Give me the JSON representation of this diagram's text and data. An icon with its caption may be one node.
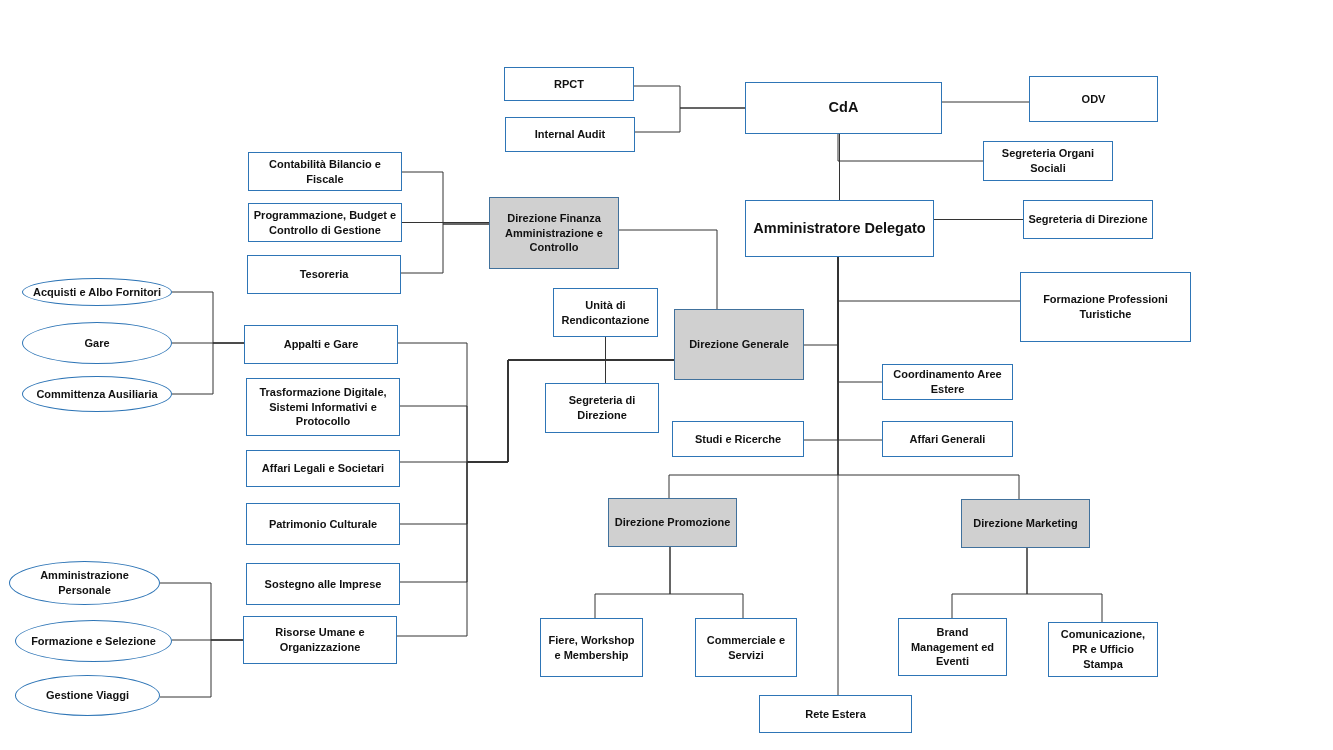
{
  "diagram": {
    "nodes": [
      {
        "text": [
          "RPCT"
        ]
      },
      {
        "text": [
          "Internal Audit"
        ]
      },
      {
        "text": [
          "CdA"
        ]
      },
      {
        "text": [
          "ODV"
        ]
      },
      {
        "text": [
          "Segreteria Organi Sociali"
        ]
      },
      {
        "text": [
          "Amministratore Delegato"
        ]
      },
      {
        "text": [
          "Segreteria di Direzione"
        ]
      },
      {
        "text": [
          "Contabilità Bilancio e Fiscale"
        ]
      },
      {
        "text": [
          "Programmazione, Budget e Controllo di Gestione"
        ]
      },
      {
        "text": [
          "Tesoreria"
        ]
      },
      {
        "text": [
          "Direzione Finanza Amministrazione e Controllo"
        ]
      },
      {
        "text": [
          "Formazione Professioni Turistiche"
        ]
      },
      {
        "text": [
          "Acquisti e Albo Fornitori"
        ]
      },
      {
        "text": [
          "Gare"
        ]
      },
      {
        "text": [
          "Committenza Ausiliaria"
        ]
      },
      {
        "text": [
          "Appalti e Gare"
        ]
      },
      {
        "text": [
          "Unità di Rendicontazione"
        ]
      },
      {
        "text": [
          "Direzione Generale"
        ]
      },
      {
        "text": [
          "Segreteria di Direzione"
        ]
      },
      {
        "text": [
          "Coordinamento Aree Estere"
        ]
      },
      {
        "text": [
          "Trasformazione Digitale, Sistemi Informativi e Protocollo"
        ]
      },
      {
        "text": [
          "Studi e Ricerche"
        ]
      },
      {
        "text": [
          "Affari Generali"
        ]
      },
      {
        "text": [
          "Affari Legali e Societari"
        ]
      },
      {
        "text": [
          "Patrimonio Culturale"
        ]
      },
      {
        "text": [
          "Direzione Promozione"
        ]
      },
      {
        "text": [
          "Direzione Marketing"
        ]
      },
      {
        "text": [
          "Sostegno alle Imprese"
        ]
      },
      {
        "text": [
          "Amministrazione Personale"
        ]
      },
      {
        "text": [
          "Risorse Umane e Organizzazione"
        ]
      },
      {
        "text": [
          "Formazione e Selezione"
        ]
      },
      {
        "text": [
          "Gestione Viaggi"
        ]
      },
      {
        "text": [
          "Fiere, Workshop e Membership"
        ]
      },
      {
        "text": [
          "Commerciale e Servizi"
        ]
      },
      {
        "text": [
          "Brand Management ed Eventi"
        ]
      },
      {
        "text": [
          "Comunicazione, PR e Ufficio Stampa"
        ]
      },
      {
        "text": [
          "Rete Estera"
        ]
      }
    ],
    "edges": [
      {
        "from": 0,
        "to": 2,
        "arrow": "none"
      },
      {
        "from": 1,
        "to": 2,
        "arrow": "none"
      },
      {
        "from": 2,
        "to": 3,
        "arrow": "none"
      },
      {
        "from": 2,
        "to": 5,
        "arrow": "none"
      },
      {
        "from": 2,
        "to": 4,
        "arrow": "none"
      },
      {
        "from": 5,
        "to": 6,
        "arrow": "none"
      },
      {
        "from": 7,
        "to": 10,
        "arrow": "none"
      },
      {
        "from": 8,
        "to": 10,
        "arrow": "none"
      },
      {
        "from": 9,
        "to": 10,
        "arrow": "none"
      },
      {
        "from": 5,
        "to": 11,
        "arrow": "none"
      },
      {
        "from": 10,
        "to": 17,
        "arrow": "none"
      },
      {
        "from": 5,
        "to": 17,
        "arrow": "none"
      },
      {
        "from": 5,
        "to": 19,
        "arrow": "none"
      },
      {
        "from": 5,
        "to": 21,
        "arrow": "none"
      },
      {
        "from": 5,
        "to": 22,
        "arrow": "none"
      },
      {
        "from": 5,
        "to": 25,
        "arrow": "none"
      },
      {
        "from": 5,
        "to": 26,
        "arrow": "none"
      },
      {
        "from": 5,
        "to": 36,
        "arrow": "none"
      },
      {
        "from": 16,
        "to": 18,
        "arrow": "none"
      },
      {
        "from": 17,
        "to": 15,
        "arrow": "none"
      },
      {
        "from": 17,
        "to": 20,
        "arrow": "none"
      },
      {
        "from": 17,
        "to": 23,
        "arrow": "none"
      },
      {
        "from": 17,
        "to": 24,
        "arrow": "none"
      },
      {
        "from": 17,
        "to": 27,
        "arrow": "none"
      },
      {
        "from": 17,
        "to": 29,
        "arrow": "none"
      },
      {
        "from": 15,
        "to": 12,
        "arrow": "none"
      },
      {
        "from": 15,
        "to": 13,
        "arrow": "none"
      },
      {
        "from": 15,
        "to": 14,
        "arrow": "none"
      },
      {
        "from": 29,
        "to": 28,
        "arrow": "none"
      },
      {
        "from": 29,
        "to": 30,
        "arrow": "none"
      },
      {
        "from": 29,
        "to": 31,
        "arrow": "none"
      },
      {
        "from": 25,
        "to": 32,
        "arrow": "none"
      },
      {
        "from": 25,
        "to": 33,
        "arrow": "none"
      },
      {
        "from": 26,
        "to": 34,
        "arrow": "none"
      },
      {
        "from": 26,
        "to": 35,
        "arrow": "none"
      }
    ]
  }
}
